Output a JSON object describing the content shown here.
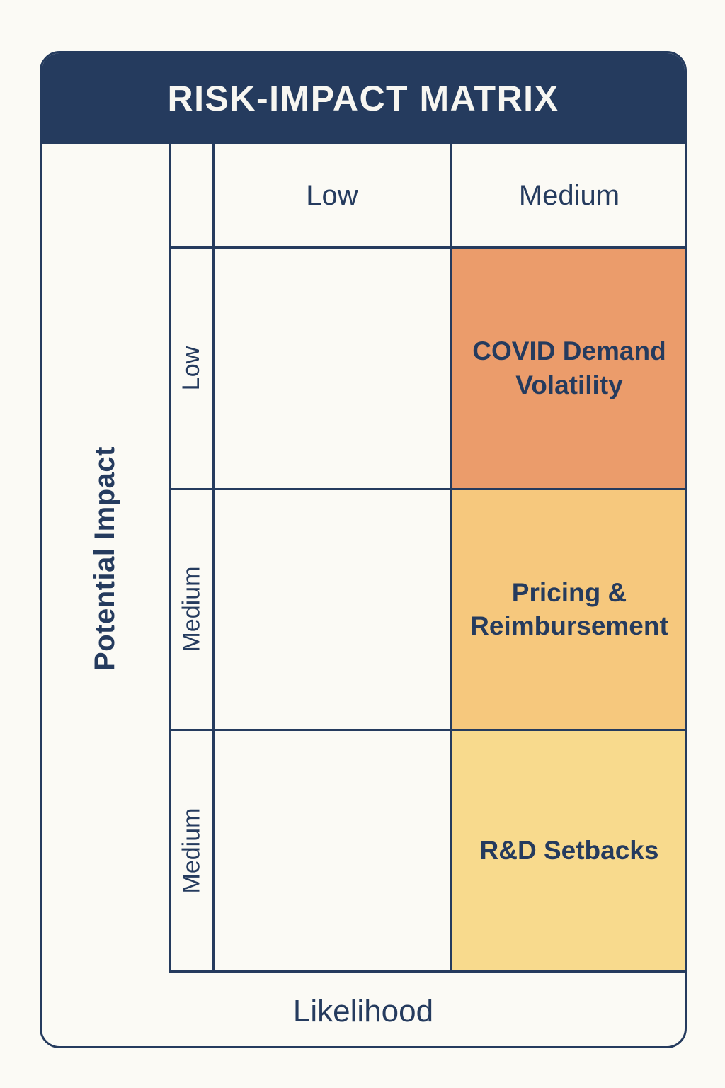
{
  "header": {
    "title": "RISK-IMPACT MATRIX",
    "background_color": "#253b5e",
    "text_color": "#f7f6f1"
  },
  "axes": {
    "y_label": "Potential Impact",
    "x_label": "Likelihood"
  },
  "matrix": {
    "column_headers": [
      "Low",
      "Medium"
    ],
    "row_labels": [
      "Low",
      "Medium",
      "Medium"
    ],
    "cells": [
      {
        "row": 0,
        "col": 0,
        "text": "",
        "color": "transparent"
      },
      {
        "row": 0,
        "col": 1,
        "text": "COVID Demand Volatility",
        "color": "#eb9c6b"
      },
      {
        "row": 1,
        "col": 0,
        "text": "",
        "color": "transparent"
      },
      {
        "row": 1,
        "col": 1,
        "text": "Pricing & Reimbursement",
        "color": "#f6c87d"
      },
      {
        "row": 2,
        "col": 0,
        "text": "",
        "color": "transparent"
      },
      {
        "row": 2,
        "col": 1,
        "text": "R&D Setbacks",
        "color": "#f8da8d"
      }
    ]
  },
  "chart_data": {
    "type": "heatmap",
    "title": "RISK-IMPACT MATRIX",
    "xlabel": "Likelihood",
    "ylabel": "Potential Impact",
    "x_categories": [
      "Low",
      "Medium"
    ],
    "y_categories": [
      "Low",
      "Medium",
      "Medium"
    ],
    "grid": true,
    "legend": "none",
    "items": [
      {
        "label": "COVID Demand Volatility",
        "likelihood": "Medium",
        "impact": "Low",
        "cell_color": "#eb9c6b"
      },
      {
        "label": "Pricing & Reimbursement",
        "likelihood": "Medium",
        "impact": "Medium",
        "cell_color": "#f6c87d"
      },
      {
        "label": "R&D Setbacks",
        "likelihood": "Medium",
        "impact": "Medium",
        "cell_color": "#f8da8d"
      }
    ],
    "palette": {
      "navy": "#253b5e",
      "page_background": "#fbfaf5",
      "cell_background": "#f7f6f1",
      "orange": "#eb9c6b",
      "amber": "#f6c87d",
      "yellow": "#f8da8d"
    }
  }
}
